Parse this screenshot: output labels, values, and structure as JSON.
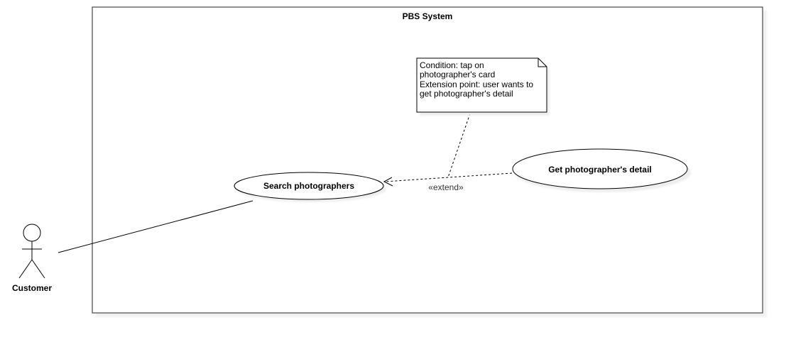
{
  "diagram": {
    "system": {
      "title": "PBS System"
    },
    "actors": [
      {
        "name": "Customer"
      }
    ],
    "use_cases": [
      {
        "label": "Search photographers"
      },
      {
        "label": "Get photographer's detail"
      }
    ],
    "relationships": [
      {
        "type": "association",
        "from": "Customer",
        "to": "Search photographers"
      },
      {
        "type": "extend",
        "from": "Get photographer's detail",
        "to": "Search photographers",
        "stereotype": "«extend»"
      }
    ],
    "note": {
      "lines": [
        "Condition: tap on",
        "photographer's card",
        "Extension point: user wants to",
        "get photographer's detail"
      ]
    }
  },
  "colors": {
    "stroke": "#000000",
    "system_border": "#555555",
    "shadow": "#e9e9e9",
    "background": "#ffffff"
  }
}
